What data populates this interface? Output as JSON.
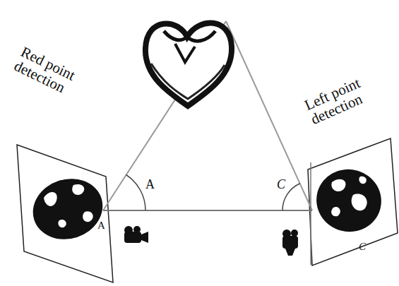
{
  "diagram": {
    "labels": [
      "Red point detection",
      "Left point detection",
      "A",
      "C",
      "A",
      "C"
    ]
  }
}
